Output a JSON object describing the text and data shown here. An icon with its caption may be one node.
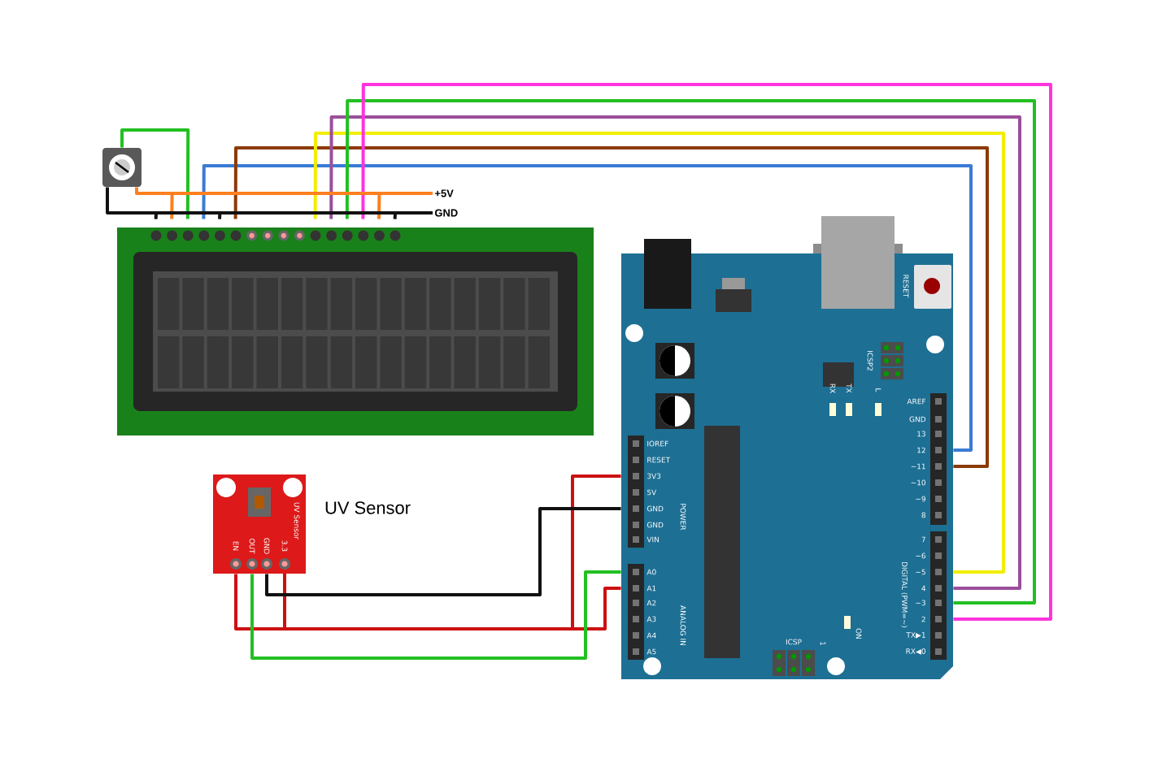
{
  "diagram": {
    "nodes": [
      {
        "text": [],
        "shape": "picture"
      },
      {
        "text": [],
        "shape": "picture"
      },
      {
        "text": [],
        "shape": "picture"
      },
      {
        "text": [
          "UV Sensor"
        ],
        "beside": [
          "UV Sensor"
        ]
      },
      {
        "text": [
          "+5V"
        ]
      },
      {
        "text": [
          "GND"
        ]
      }
    ],
    "edges": [
      {
        "from": 0,
        "to": 1,
        "arrow": "none",
        "color": "#22c022"
      },
      {
        "from": 1,
        "to": 2,
        "arrow": "none",
        "color": "#3a7bd5"
      },
      {
        "from": 1,
        "to": 2,
        "arrow": "none",
        "color": "#8b3a0a"
      },
      {
        "from": 1,
        "to": 2,
        "arrow": "none",
        "color": "#f2ee00"
      },
      {
        "from": 1,
        "to": 2,
        "arrow": "none",
        "color": "#9b4f9b"
      },
      {
        "from": 1,
        "to": 2,
        "arrow": "none",
        "color": "#22c022"
      },
      {
        "from": 1,
        "to": 2,
        "arrow": "none",
        "color": "#ff33dd"
      },
      {
        "from": 0,
        "to": 4,
        "arrow": "none",
        "color": "#ff7f1e"
      },
      {
        "from": 0,
        "to": 5,
        "arrow": "none",
        "color": "#111111"
      },
      {
        "from": 1,
        "to": 4,
        "arrow": "none",
        "color": "#ff7f1e"
      },
      {
        "from": 1,
        "to": 4,
        "arrow": "none",
        "color": "#ff7f1e"
      },
      {
        "from": 1,
        "to": 5,
        "arrow": "none",
        "color": "#111111"
      },
      {
        "from": 1,
        "to": 5,
        "arrow": "none",
        "color": "#111111"
      },
      {
        "from": 1,
        "to": 5,
        "arrow": "none",
        "color": "#111111"
      },
      {
        "from": 3,
        "to": 2,
        "arrow": "none",
        "color": "#cc1111"
      },
      {
        "from": 3,
        "to": 2,
        "arrow": "none",
        "color": "#cc1111"
      },
      {
        "from": 3,
        "to": 2,
        "arrow": "none",
        "color": "#111111"
      },
      {
        "from": 3,
        "to": 2,
        "arrow": "none",
        "color": "#22c022"
      }
    ],
    "labels": [
      "RESET",
      "ICSP2",
      "TX",
      "RX",
      "L",
      "AREF",
      "GND",
      "13",
      "12",
      "~11",
      "~10",
      "~9",
      "8",
      "7",
      "~6",
      "~5",
      "4",
      "~3",
      "2",
      "TX▶1",
      "RX◀0",
      "DIGITAL (PWM=~)",
      "IOREF",
      "RESET",
      "3V3",
      "5V",
      "GND",
      "GND",
      "VIN",
      "POWER",
      "A0",
      "A1",
      "A2",
      "A3",
      "A4",
      "A5",
      "ANALOG IN",
      "ICSP",
      "1",
      "ON",
      "EN",
      "OUT",
      "GND",
      "3.3"
    ]
  }
}
